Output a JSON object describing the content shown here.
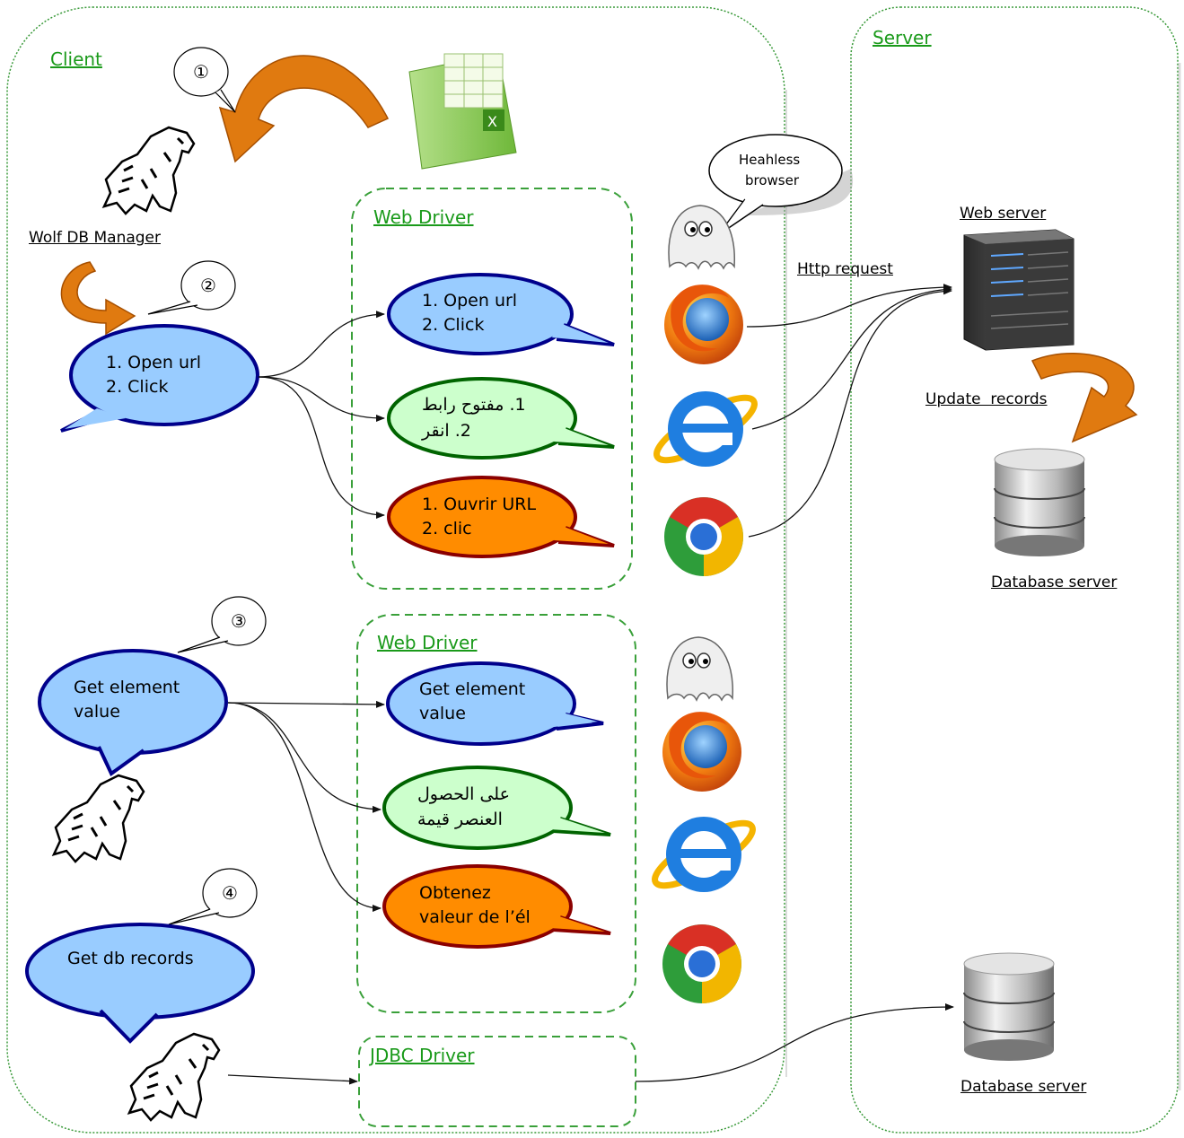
{
  "client": {
    "title": "Client"
  },
  "server": {
    "title": "Server"
  },
  "wolf_label": "Wolf DB Manager",
  "steps": [
    "①",
    "②",
    "③",
    "④"
  ],
  "headless_label": [
    "Heahless",
    "browser"
  ],
  "web_driver_1": {
    "title": "Web Driver"
  },
  "web_driver_2": {
    "title": "Web Driver"
  },
  "jdbc_driver": {
    "title": "JDBC Driver"
  },
  "bubble_open_main": [
    "1. Open url",
    "2. Click"
  ],
  "bubble_open_en": [
    "1. Open url",
    "2. Click"
  ],
  "bubble_open_ar": [
    "1. مفتوح رابط",
    "2. انقر"
  ],
  "bubble_open_fr": [
    "1. Ouvrir URL",
    "2. clic"
  ],
  "bubble_get_main": [
    "Get element",
    "value"
  ],
  "bubble_get_en": [
    "Get element",
    "value"
  ],
  "bubble_get_ar": [
    "على الحصول",
    "العنصر قيمة"
  ],
  "bubble_get_fr": [
    "Obtenez",
    "valeur de l’él"
  ],
  "bubble_db": "Get db records",
  "http_request": "Http request",
  "web_server": "Web server",
  "update_records": "Update  records",
  "database_server_1": "Database server",
  "database_server_2": "Database server",
  "colors": {
    "region_border": "#3a9a3a",
    "driver_border": "#3aa03a",
    "blue_fill": "#99ccff",
    "blue_stroke": "#00008b",
    "green_fill": "#ccffcc",
    "green_stroke": "#006400",
    "orange_fill": "#ff8c00",
    "orange_stroke": "#8b0000",
    "arrow_orange": "#e07a10"
  },
  "icons": [
    "excel-file-icon",
    "wolf-icon",
    "ghost-icon",
    "firefox-icon",
    "internet-explorer-icon",
    "chrome-icon",
    "server-tower-icon",
    "database-icon"
  ]
}
